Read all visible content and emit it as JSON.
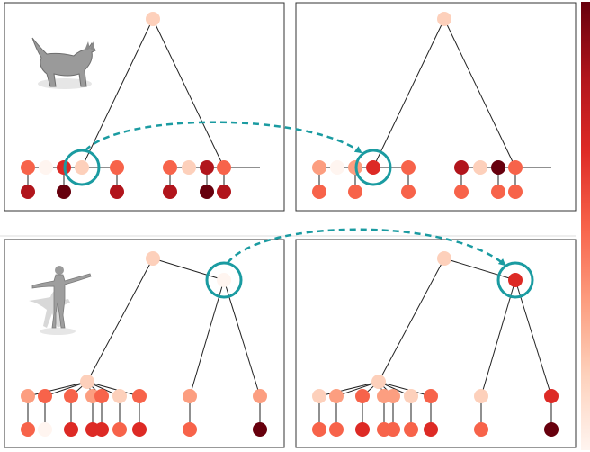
{
  "colors": {
    "panel_border": "#333333",
    "edge": "#222222",
    "highlight": "#1a9ba1",
    "divider": "#dddddd",
    "scale": [
      "#fff5f0",
      "#fdd0bb",
      "#fc9e80",
      "#f7634a",
      "#dd2a25",
      "#b1151c",
      "#67000d"
    ]
  },
  "icons": {
    "top_row_model": "cat-3d-model-icon",
    "bottom_row_model": "human-3d-model-icon",
    "colorbar": "reds-colorbar"
  },
  "rows": [
    {
      "name": "cat",
      "panels": [
        {
          "name": "cat-left-tree",
          "root": 1,
          "mid": [
            {
              "v": 1,
              "children": [
                {
                  "v": 3,
                  "leaf": 5
                },
                {
                  "v": 0
                },
                {
                  "v": 4,
                  "leaf": 6
                },
                {
                  "v": 1,
                  "highlight": true
                },
                {
                  "v": 3,
                  "leaf": 5
                }
              ]
            },
            {
              "v": 1,
              "children": [
                {
                  "v": 3,
                  "leaf": 5
                },
                {
                  "v": 1
                },
                {
                  "v": 5,
                  "leaf": 6
                },
                {
                  "v": 3,
                  "leaf": 5
                }
              ]
            }
          ]
        },
        {
          "name": "cat-right-tree",
          "root": 1,
          "mid": [
            {
              "v": 1,
              "children": [
                {
                  "v": 2,
                  "leaf": 3
                },
                {
                  "v": 0
                },
                {
                  "v": 2,
                  "leaf": 3
                },
                {
                  "v": 4,
                  "highlight": true
                },
                {
                  "v": 3,
                  "leaf": 3
                }
              ]
            },
            {
              "v": 1,
              "children": [
                {
                  "v": 5,
                  "leaf": 3
                },
                {
                  "v": 1
                },
                {
                  "v": 6,
                  "leaf": 3
                },
                {
                  "v": 3,
                  "leaf": 3
                }
              ]
            }
          ]
        }
      ]
    },
    {
      "name": "human",
      "panels": [
        {
          "name": "human-left-tree",
          "root": 1,
          "mid": [
            {
              "v": 1,
              "children": [
                {
                  "v": 2,
                  "leaf": 3
                },
                {
                  "v": 3,
                  "leaf": 0
                },
                {
                  "v": 3,
                  "leaf": 4
                },
                {
                  "v": 2,
                  "leaf": 4
                },
                {
                  "v": 3,
                  "leaf": 4
                },
                {
                  "v": 1,
                  "leaf": 3
                },
                {
                  "v": 3,
                  "leaf": 4
                }
              ]
            },
            {
              "v": 0,
              "highlight": true,
              "children": [
                {
                  "v": 2,
                  "leaf": 3
                },
                {
                  "v": 2,
                  "leaf": 6
                }
              ]
            }
          ]
        },
        {
          "name": "human-right-tree",
          "root": 1,
          "mid": [
            {
              "v": 1,
              "children": [
                {
                  "v": 1,
                  "leaf": 3
                },
                {
                  "v": 2,
                  "leaf": 3
                },
                {
                  "v": 3,
                  "leaf": 4
                },
                {
                  "v": 2,
                  "leaf": 3
                },
                {
                  "v": 2,
                  "leaf": 3
                },
                {
                  "v": 1,
                  "leaf": 3
                },
                {
                  "v": 3,
                  "leaf": 4
                }
              ]
            },
            {
              "v": 4,
              "highlight": true,
              "children": [
                {
                  "v": 1,
                  "leaf": 3
                },
                {
                  "v": 4,
                  "leaf": 6
                }
              ]
            }
          ]
        }
      ]
    }
  ]
}
